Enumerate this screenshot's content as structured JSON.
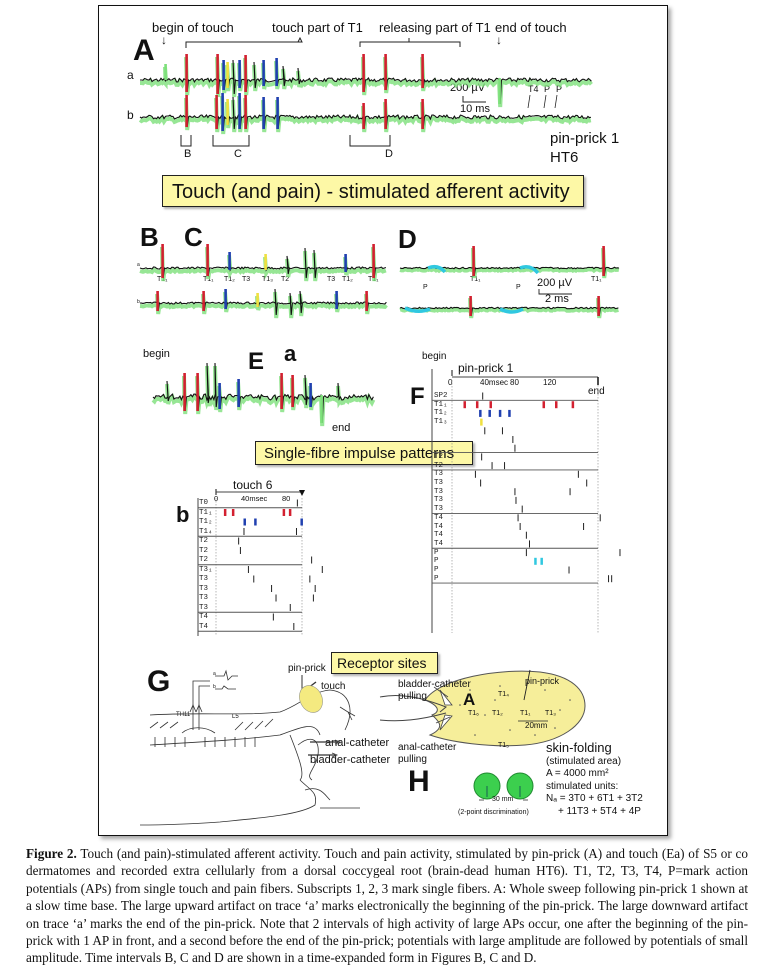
{
  "figure": {
    "panel_A": {
      "letter": "A",
      "annotations": {
        "begin": "begin of touch",
        "touch_part": "touch part of T1",
        "releasing_part": "releasing part of T1",
        "end": "end of touch"
      },
      "trace_labels": [
        "a",
        "b"
      ],
      "scale_voltage": "200 µV",
      "scale_time": "10 ms",
      "markers": [
        "T4",
        "P",
        "P"
      ],
      "interval_labels": [
        "B",
        "C",
        "D"
      ],
      "recording_title": "pin-prick 1",
      "recording_subject": "HT6"
    },
    "banner_top": "Touch (and pain) - stimulated afferent activity",
    "panel_B": {
      "letter": "B",
      "unit_label": "T1₁"
    },
    "panel_C": {
      "letter": "C",
      "unit_labels": [
        "T1₁",
        "T1₂",
        "T3",
        "T1₃",
        "T2",
        "T3",
        "T1₂",
        "T1₁"
      ]
    },
    "panel_D": {
      "letter": "D",
      "unit_labels": [
        "P",
        "T1₁",
        "P",
        "T1₁"
      ],
      "scale_voltage": "200 µV",
      "scale_time": "2 ms"
    },
    "panel_E": {
      "letter": "E",
      "sub": "a",
      "begin": "begin",
      "end": "end"
    },
    "banner_mid": "Single-fibre impulse patterns",
    "panel_F": {
      "letter": "F",
      "begin": "begin",
      "title": "pin-prick 1",
      "end": "end",
      "axis_ticks": [
        "0",
        "40msec",
        "80",
        "120"
      ],
      "rows": [
        "SP2",
        "T1₁",
        "T1₂",
        "T1₃",
        "",
        "",
        "",
        "T2",
        "T2",
        "T3",
        "T3",
        "T3",
        "T3",
        "T3",
        "T4",
        "T4",
        "T4",
        "T4",
        "P",
        "P",
        "P",
        "P"
      ]
    },
    "panel_Eb": {
      "letter": "b",
      "title": "touch 6",
      "axis_ticks": [
        "0",
        "40msec",
        "80"
      ],
      "rows": [
        "T0",
        "T1₁",
        "T1₂",
        "T1₄",
        "T2",
        "T2",
        "T2",
        "T3₁",
        "T3",
        "T3",
        "T3",
        "T3",
        "T4",
        "T4"
      ]
    },
    "banner_bottom": "Receptor sites",
    "panel_G": {
      "letter": "G",
      "labels": {
        "pinprick": "pin-prick",
        "touch": "touch",
        "anal": "anal-catheter",
        "bladder": "bladder-catheter",
        "th": "TH11",
        "l5": "L5",
        "a": "a",
        "b": "b"
      }
    },
    "panel_H": {
      "letter": "H",
      "area_letter": "A",
      "bladder_pull": [
        "bladder-catheter",
        "pulling"
      ],
      "anal_pull": [
        "anal-catheter",
        "pulling"
      ],
      "pinprick": "pin-prick",
      "units": [
        "T1₄",
        "T1₆",
        "T1₂",
        "T1₁",
        "T1₃",
        "T1₅"
      ],
      "distance": "20mm",
      "skin_folding": "skin-folding",
      "stimulated_area": "(stimulated area)",
      "area_value": "A = 4000 mm²",
      "stimulated_units": "stimulated units:",
      "formula_1": "Nₐ = 3T0 + 6T1 + 3T2",
      "formula_2": "+ 11T3 + 5T4 + 4P",
      "two_point_distance": "30 mm",
      "two_point_label": "(2-point discrimination)"
    },
    "colors": {
      "t1_1": "#d32030",
      "t1_2": "#2040b0",
      "t1_3": "#f0e040",
      "halo": "#7de07a",
      "pain": "#30c8e0",
      "banner": "#fdf8a6",
      "receptor": "#f6ee9a",
      "disc": "#3ccf4e"
    }
  },
  "caption": {
    "label": "Figure 2.",
    "text": " Touch (and pain)-stimulated afferent activity. Touch and pain activity, stimulated by pin-prick (A) and touch (Ea) of S5 or co dermatomes and recorded extra cellularly from a dorsal coccygeal root (brain-dead human HT6). T1, T2, T3, T4, P=mark action potentials (APs) from single touch and pain fibers. Subscripts 1, 2, 3 mark single fibers. A: Whole sweep following pin-prick 1 shown at a slow time base. The large upward artifact on trace ‘a’ marks electronically the beginning of the pin-prick. The large downward artifact on trace ‘a’ marks the end of the pin-prick. Note that 2 intervals of high activity of large APs occur, one after the beginning of the pin-prick with 1 AP in front, and a second before the end of the pin-prick; potentials with large amplitude are followed by potentials of small amplitude. Time intervals B, C and D are shown in a time-expanded form in Figures B, C and D."
  }
}
